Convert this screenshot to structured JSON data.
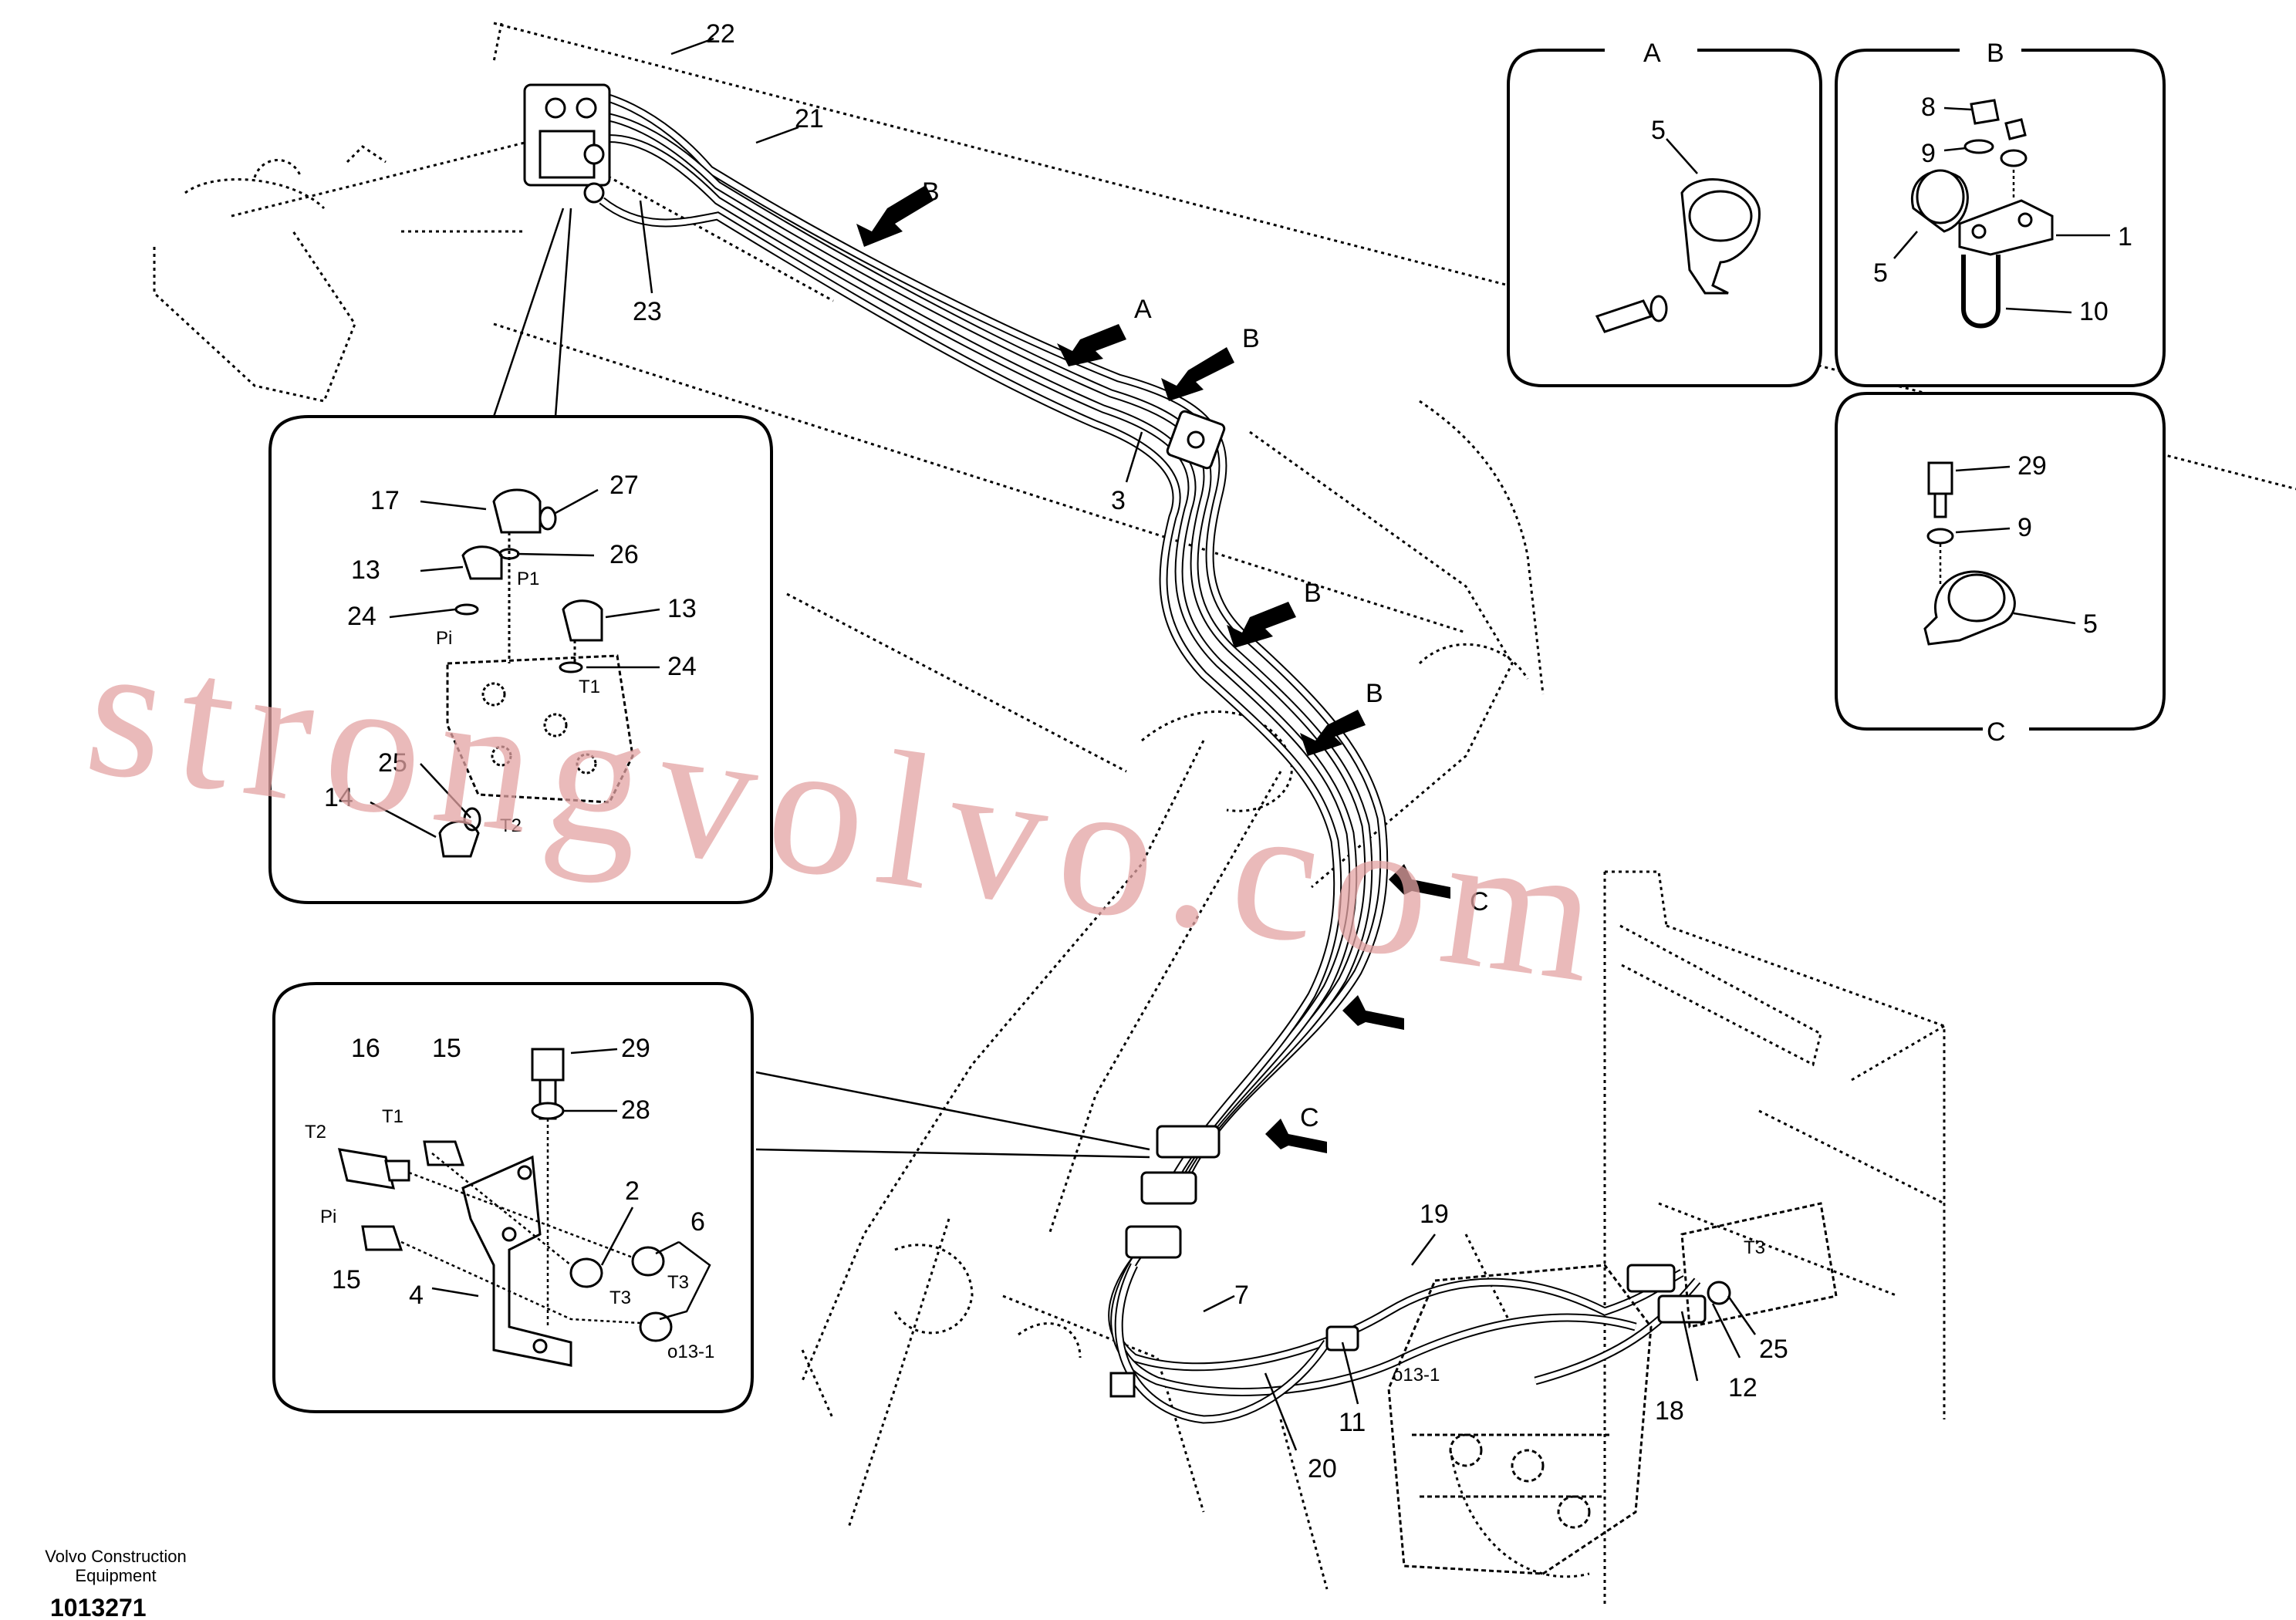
{
  "watermark": "strongvolvo.com",
  "footer": {
    "company_line1": "Volvo Construction",
    "company_line2": "Equipment",
    "drawing_number": "1013271"
  },
  "detail_views": {
    "a": "A",
    "b": "B",
    "c": "C"
  },
  "arrow_labels": {
    "b1": "B",
    "a": "A",
    "b2": "B",
    "b3": "B",
    "b4": "B",
    "c1": "C",
    "c2": "C"
  },
  "callouts": {
    "p22": "22",
    "p21": "21",
    "p23": "23",
    "p3": "3",
    "p17": "17",
    "p27": "27",
    "p13a": "13",
    "p26": "26",
    "p24a": "24",
    "p13b": "13",
    "p24b": "24",
    "p25a": "25",
    "p14": "14",
    "p16": "16",
    "p15a": "15",
    "p29a": "29",
    "p28": "28",
    "p2": "2",
    "p6": "6",
    "p15b": "15",
    "p4": "4",
    "p19": "19",
    "p7": "7",
    "p11": "11",
    "p20": "20",
    "p18": "18",
    "p12": "12",
    "p25b": "25",
    "a5": "5",
    "b8": "8",
    "b9": "9",
    "b1": "1",
    "b5": "5",
    "b10": "10",
    "c29": "29",
    "c9": "9",
    "c5": "5"
  },
  "port_labels": {
    "p1": "P1",
    "pi_upper": "Pi",
    "t1_upper": "T1",
    "t2_upper": "T2",
    "t2_lower": "T2",
    "t1_lower": "T1",
    "pi_lower": "Pi",
    "t3_lower_a": "T3",
    "t3_lower_b": "T3",
    "o13_lower": "o13-1",
    "o13_main": "o13-1",
    "t3_main": "T3"
  }
}
